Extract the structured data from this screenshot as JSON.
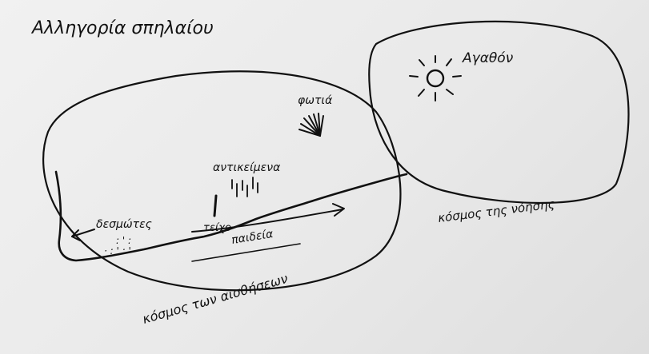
{
  "diagram": {
    "title": "Αλληγορία σπηλαίου",
    "labels": {
      "sun": "Αγαθόν",
      "fire": "φωτιά",
      "objects": "αντικείμενα",
      "wall": "τείχο",
      "prisoners": "δεσμώτες",
      "education": "παιδεία",
      "sensible_world": "κόσμος των αισθήσεων",
      "intelligible_world": "κόσμος της νόησης"
    },
    "colors": {
      "ink": "#111111",
      "paper": "#eeeeee"
    }
  }
}
